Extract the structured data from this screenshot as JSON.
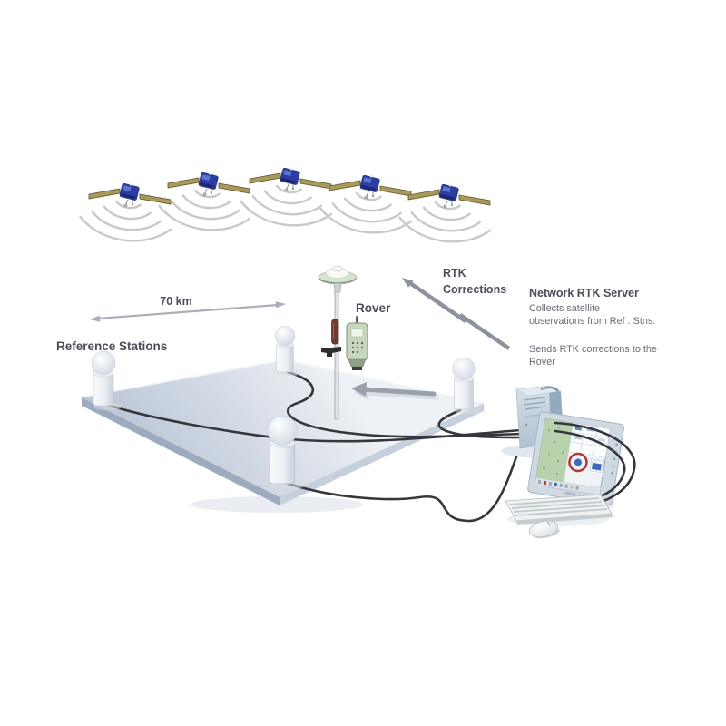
{
  "diagram": {
    "type": "network-rtk-gps-schematic",
    "labels": {
      "distance": "70 km",
      "reference_stations": "Reference Stations",
      "rover": "Rover",
      "rtk_line1": "RTK",
      "rtk_line2": "Corrections"
    },
    "server_note": {
      "title": "Network RTK Server",
      "line1": "Collects satellite",
      "line2": "observations from Ref . Stns.",
      "line3": "Sends RTK corrections to the",
      "line4": "Rover"
    },
    "components": {
      "satellite_count": 5,
      "reference_station_count": 4,
      "rover_units": 1,
      "server_workstation": "tower, monitor, keyboard, mouse"
    },
    "colors": {
      "label_text": "#4c4f59",
      "note_text": "#6f6a74",
      "satellite_body": "#2c3ea3",
      "satellite_panel": "#a79a5c",
      "signal_arc": "#c9c9c9",
      "plane_light": "#ecf0f4",
      "plane_dark": "#bcc6d6",
      "cable": "#35373d",
      "gray_arrow": "#9aa0ac",
      "correction_arrow": "#8d929c",
      "tower_front": "#c6d4e0",
      "map_green": "#b7d2ac",
      "accent_blue": "#3f6ac2",
      "accent_red": "#b23939"
    }
  }
}
